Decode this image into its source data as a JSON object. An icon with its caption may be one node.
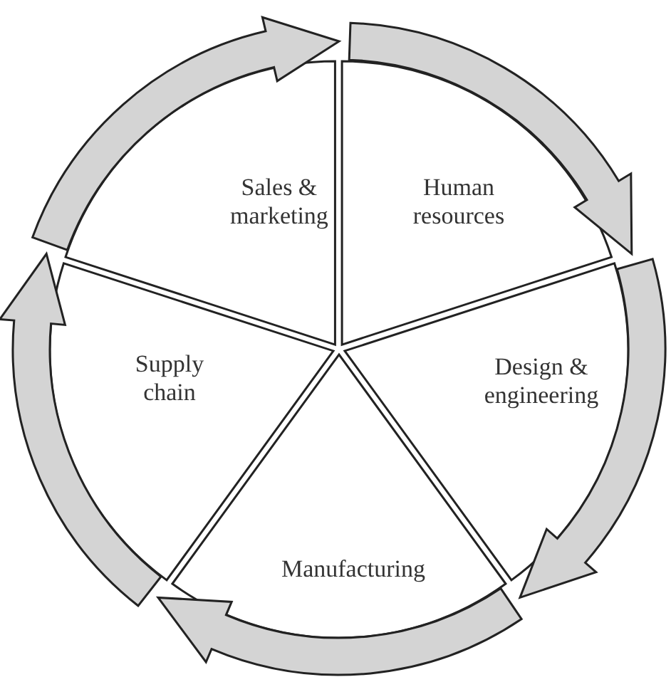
{
  "diagram": {
    "nodes": [
      {
        "text": [
          "Sales & marketing"
        ]
      },
      {
        "text": [
          "Human resources"
        ]
      },
      {
        "text": [
          "Supply chain"
        ]
      },
      {
        "text": [
          "Design & engineering"
        ]
      },
      {
        "text": [
          "Manufacturing"
        ]
      }
    ],
    "edges": [
      {
        "from": 0,
        "to": 1,
        "arrow": "to"
      },
      {
        "from": 1,
        "to": 3,
        "arrow": "to"
      },
      {
        "from": 3,
        "to": 4,
        "arrow": "to"
      },
      {
        "from": 4,
        "to": 2,
        "arrow": "to"
      },
      {
        "from": 2,
        "to": 0,
        "arrow": "to"
      }
    ]
  }
}
